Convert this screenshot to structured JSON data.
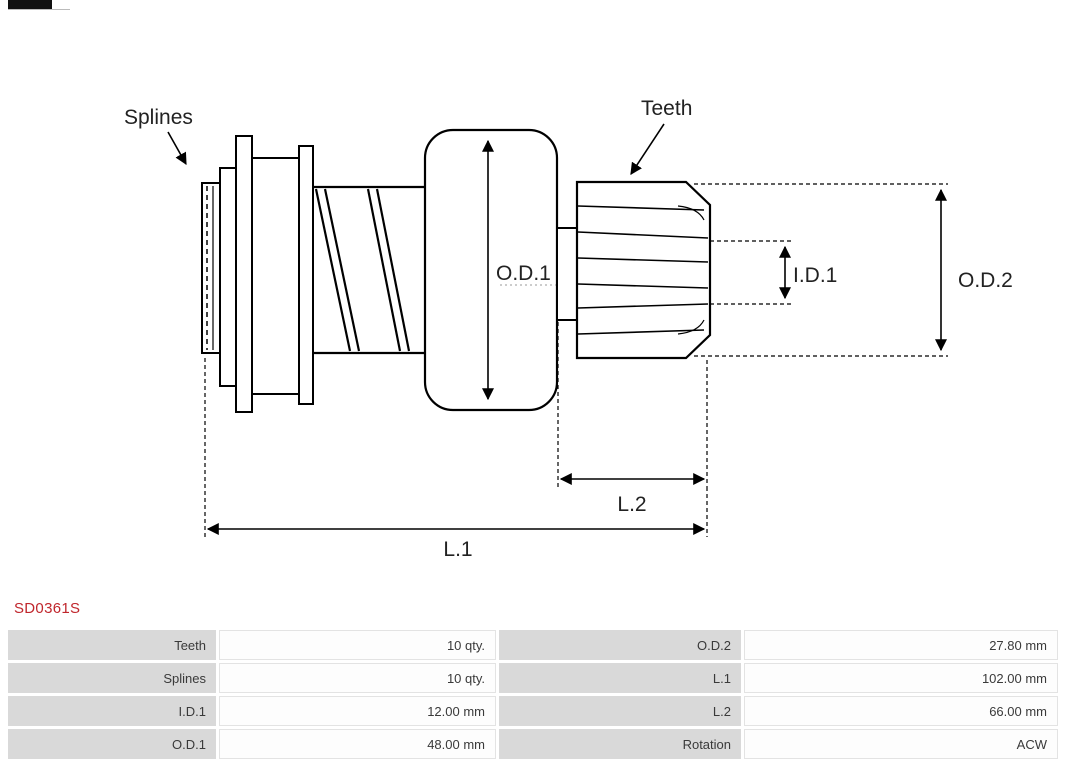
{
  "colors": {
    "accent_red": "#c0262c",
    "table_label_bg": "#d9d9d9",
    "line_color": "#000000"
  },
  "part_number": "SD0361S",
  "diagram": {
    "labels": {
      "splines": "Splines",
      "teeth": "Teeth",
      "od1": "O.D.1",
      "id1": "I.D.1",
      "od2": "O.D.2",
      "l2": "L.2",
      "l1": "L.1"
    }
  },
  "spec_table": {
    "rows": [
      [
        "Teeth",
        "10 qty.",
        "O.D.2",
        "27.80 mm"
      ],
      [
        "Splines",
        "10 qty.",
        "L.1",
        "102.00 mm"
      ],
      [
        "I.D.1",
        "12.00 mm",
        "L.2",
        "66.00 mm"
      ],
      [
        "O.D.1",
        "48.00 mm",
        "Rotation",
        "ACW"
      ]
    ]
  }
}
